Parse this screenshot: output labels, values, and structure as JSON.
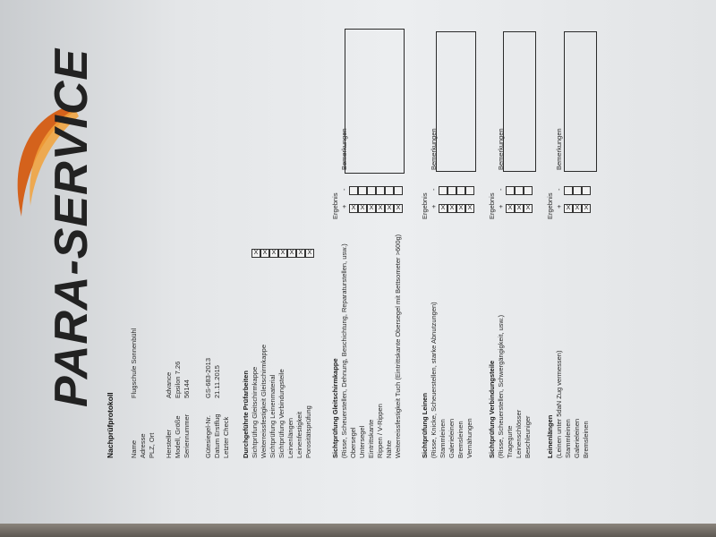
{
  "logo": {
    "brand_text": "PARA-SERVICE",
    "swoosh_colors": [
      "#d4621c",
      "#f2a23a"
    ]
  },
  "document": {
    "title": "Nachprüfprotokoll",
    "fields": [
      {
        "label": "Name",
        "value": "Flugschule Sonnenbühl"
      },
      {
        "label": "Adresse",
        "value": ""
      },
      {
        "label": "PLZ, Ort",
        "value": ""
      },
      {
        "label": "Hersteller",
        "value": "Advance"
      },
      {
        "label": "Modell, Größe",
        "value": "Epsilon 7.26"
      },
      {
        "label": "Seriennummer",
        "value": "56144"
      },
      {
        "label": "Gütesiegel-Nr.",
        "value": "GS-683-2013"
      },
      {
        "label": "Datum Erstflug",
        "value": "21.11.2015"
      },
      {
        "label": "Letzter Check",
        "value": ""
      }
    ],
    "performed": {
      "heading": "Durchgeführte Prüfarbeiten",
      "items": [
        "Sichtprüfung Gleitschirmkappe",
        "Weiterreissfestigkeit Gleitschirmkappe",
        "Sichtprüfung Leinenmaterial",
        "Sichtprüfung Verbindungsteile",
        "Leinenlängen",
        "Leinenfestigkeit",
        "Porositätsprüfung"
      ],
      "mark": "X"
    },
    "result_header": "Ergebnis",
    "plus": "+",
    "minus": "-",
    "remarks_label": "Bemerkungen",
    "sections": [
      {
        "heading": "Sichtprüfung Gleitschirmkappe",
        "sub": "(Risse, Scheuerstellen, Dehnung, Beschichtung, Reparaturstellen, usw.)",
        "items": [
          "Obersegel",
          "Untersegel",
          "Eintrittskante",
          "Rippen / V-Rippen",
          "Nähte",
          "Weiterreissfestigkeit Tuch (Eintrittskante Obersegel mit Bettsometer >600g)"
        ]
      },
      {
        "heading": "Sichtprüfung Leinen",
        "sub": "(Risse, Knicke, Scheuerstellen, starke Abnutzungen)",
        "items": [
          "Stammleinen",
          "Galerieleinen",
          "Bremsleinen",
          "Vernähungen"
        ]
      },
      {
        "heading": "Sichtprüfung Verbindungsteile",
        "sub": "(Risse, Scheuerstellen, Schwergängigkeit, usw.)",
        "items": [
          "Tragegurte",
          "Leinenschlösser",
          "Beschleuniger"
        ]
      },
      {
        "heading": "Leinenlängen",
        "sub": "(Leinen unter 5daN Zug vermessen)",
        "items": [
          "Stammleinen",
          "Galerieleinen",
          "Bremsleinen"
        ]
      }
    ]
  }
}
